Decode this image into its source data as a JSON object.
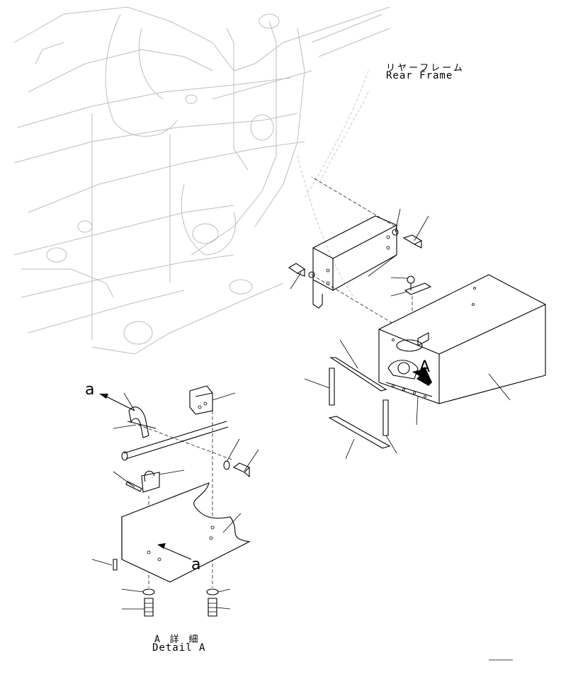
{
  "labels": {
    "rear_frame_jp": "リヤーフレーム",
    "rear_frame_en": "Rear Frame",
    "view_marker": "A",
    "detail_jp": "A 詳 細",
    "detail_en": "Detail A",
    "arrow_a_upper": "a",
    "arrow_a_lower": "a"
  },
  "colors": {
    "line": "#000000",
    "ghost_frame": "#bdbdbd",
    "background": "#ffffff"
  }
}
